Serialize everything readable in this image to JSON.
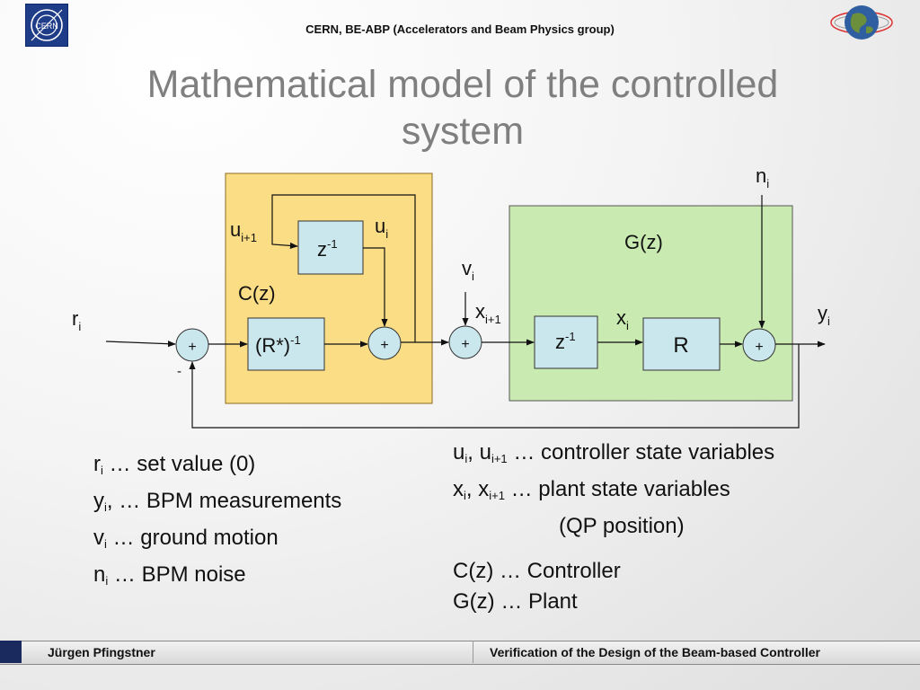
{
  "header": {
    "text": "CERN, BE-ABP (Accelerators and Beam Physics group)"
  },
  "logo_left": {
    "text": "CERN"
  },
  "title": {
    "line1": "Mathematical model of the controlled",
    "line2": "system"
  },
  "diagram": {
    "controller_label": "C(z)",
    "plant_label": "G(z)",
    "block_z_controller": {
      "base": "z",
      "exp": "-1"
    },
    "block_r_inv": {
      "base": "(R*)",
      "exp": "-1"
    },
    "block_z_plant": {
      "base": "z",
      "exp": "-1"
    },
    "block_r": "R",
    "sum_sign": "+",
    "minus_sign": "-",
    "signals": {
      "r": {
        "base": "r",
        "sub": "i"
      },
      "u_next": {
        "base": "u",
        "sub": "i+1"
      },
      "u": {
        "base": "u",
        "sub": "i"
      },
      "v": {
        "base": "v",
        "sub": "i"
      },
      "x_next": {
        "base": "x",
        "sub": "i+1"
      },
      "x": {
        "base": "x",
        "sub": "i"
      },
      "n": {
        "base": "n",
        "sub": "i"
      },
      "y": {
        "base": "y",
        "sub": "i"
      }
    },
    "colors": {
      "controller_fill": "#fbdd85",
      "controller_stroke": "#8a6a20",
      "plant_fill": "#c9eab0",
      "plant_stroke": "#555555",
      "block_fill": "#cbe7ee",
      "block_stroke": "#333333"
    }
  },
  "legend_left": [
    {
      "base": "r",
      "sub": "i",
      "text": " … set value (0)"
    },
    {
      "base": "y",
      "sub": "i",
      "text": ", … BPM measurements"
    },
    {
      "base": "v",
      "sub": "i",
      "text": " … ground motion"
    },
    {
      "base": "n",
      "sub": "i",
      "text": " … BPM noise"
    }
  ],
  "legend_right": {
    "line1": {
      "a": "u",
      "a_sub": "i",
      "sep": ", ",
      "b": "u",
      "b_sub": "i+1",
      "text": " … controller state variables"
    },
    "line2": {
      "a": "x",
      "a_sub": "i",
      "sep": ", ",
      "b": "x",
      "b_sub": "i+1",
      "text": " … plant state variables"
    },
    "line3": "(QP position)",
    "line4": "C(z) … Controller",
    "line5": "G(z) … Plant"
  },
  "footer": {
    "author": "Jürgen Pfingstner",
    "talk": "Verification of the Design of the Beam-based Controller"
  }
}
